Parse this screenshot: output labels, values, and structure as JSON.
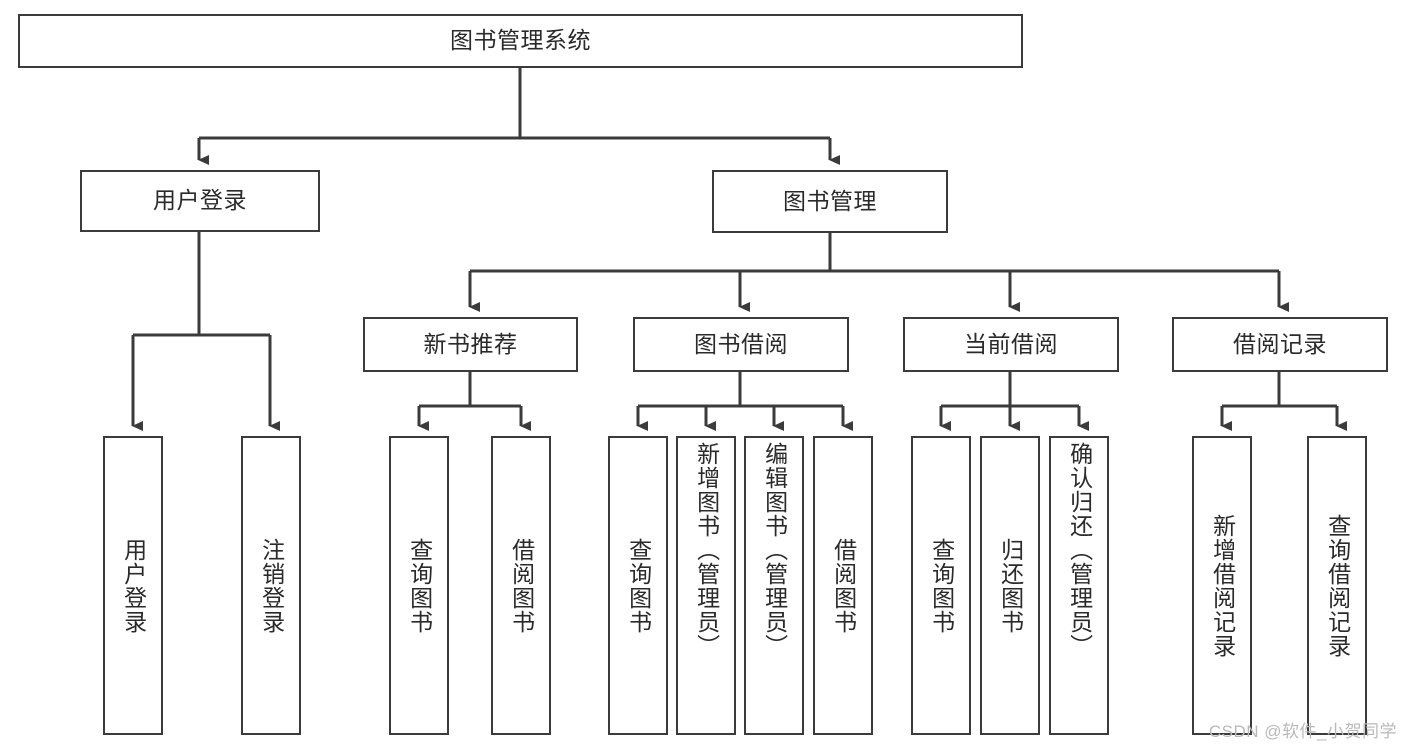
{
  "diagram": {
    "title_box": {
      "label": "图书管理系统"
    },
    "level1": [
      {
        "id": "user-login",
        "label": "用户登录"
      },
      {
        "id": "book-manage",
        "label": "图书管理"
      }
    ],
    "level2": [
      {
        "id": "new-book-recommend",
        "label": "新书推荐"
      },
      {
        "id": "book-borrow",
        "label": "图书借阅"
      },
      {
        "id": "current-borrow",
        "label": "当前借阅"
      },
      {
        "id": "borrow-record",
        "label": "借阅记录"
      }
    ],
    "leaves": {
      "user_login": [
        {
          "id": "leaf-user-login",
          "label": "用户登录"
        },
        {
          "id": "leaf-logout",
          "label": "注销登录"
        }
      ],
      "new_book_recommend": [
        {
          "id": "leaf-query-book-1",
          "label": "查询图书"
        },
        {
          "id": "leaf-borrow-book-1",
          "label": "借阅图书"
        }
      ],
      "book_borrow": [
        {
          "id": "leaf-query-book-2",
          "label": "查询图书"
        },
        {
          "id": "leaf-add-book",
          "label": "新增图书（管理员）"
        },
        {
          "id": "leaf-edit-book",
          "label": "编辑图书（管理员）"
        },
        {
          "id": "leaf-borrow-book-2",
          "label": "借阅图书"
        }
      ],
      "current_borrow": [
        {
          "id": "leaf-query-book-3",
          "label": "查询图书"
        },
        {
          "id": "leaf-return-book",
          "label": "归还图书"
        },
        {
          "id": "leaf-confirm-return",
          "label": "确认归还（管理员）"
        }
      ],
      "borrow_record": [
        {
          "id": "leaf-add-record",
          "label": "新增借阅记录"
        },
        {
          "id": "leaf-query-record",
          "label": "查询借阅记录"
        }
      ]
    },
    "watermark": "CSDN @软件_小贺同学",
    "colors": {
      "stroke": "#3b3b3b",
      "text": "#2a2a2a",
      "background": "#ffffff",
      "watermark": "#b9b9b9"
    }
  }
}
